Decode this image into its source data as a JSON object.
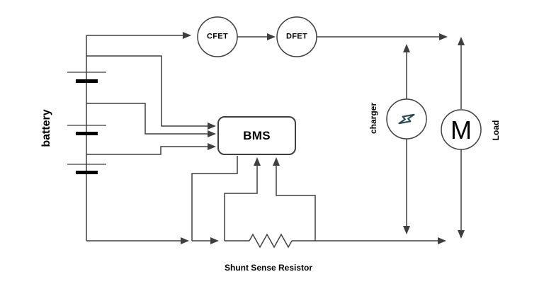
{
  "diagram": {
    "battery": {
      "label": "battery",
      "cell_count": 3
    },
    "nodes": {
      "cfet": {
        "label": "CFET"
      },
      "dfet": {
        "label": "DFET"
      },
      "bms": {
        "label": "BMS"
      },
      "charger": {
        "label": "charger",
        "icon": "lightning-bolt-icon"
      },
      "load": {
        "label": "Load",
        "symbol": "M"
      }
    },
    "shunt": {
      "label": "Shunt Sense Resistor"
    },
    "colors": {
      "wire": "#3f3f3f",
      "text": "#000000",
      "bolt_stroke": "#2b4c55",
      "background": "#ffffff"
    }
  }
}
